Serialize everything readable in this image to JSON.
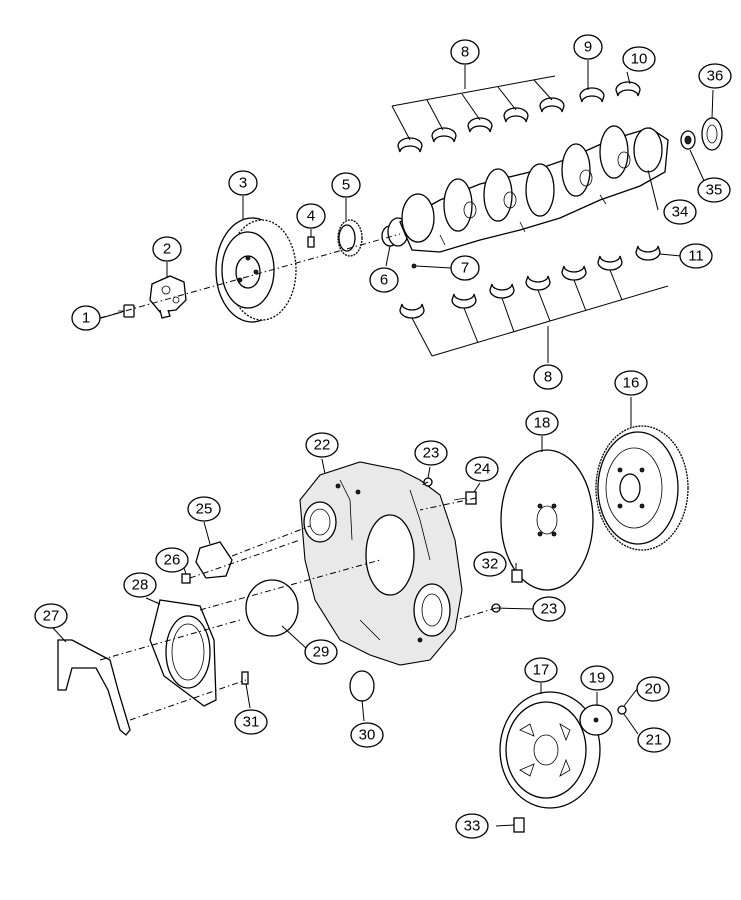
{
  "diagram": {
    "callouts": [
      "1",
      "2",
      "3",
      "4",
      "5",
      "6",
      "7",
      "8",
      "9",
      "10",
      "11",
      "16",
      "17",
      "18",
      "19",
      "20",
      "21",
      "22",
      "23",
      "24",
      "25",
      "26",
      "27",
      "28",
      "29",
      "30",
      "31",
      "32",
      "33",
      "34",
      "35",
      "36"
    ],
    "callout_8_repeat": "8",
    "callout_23_repeat": "23"
  }
}
